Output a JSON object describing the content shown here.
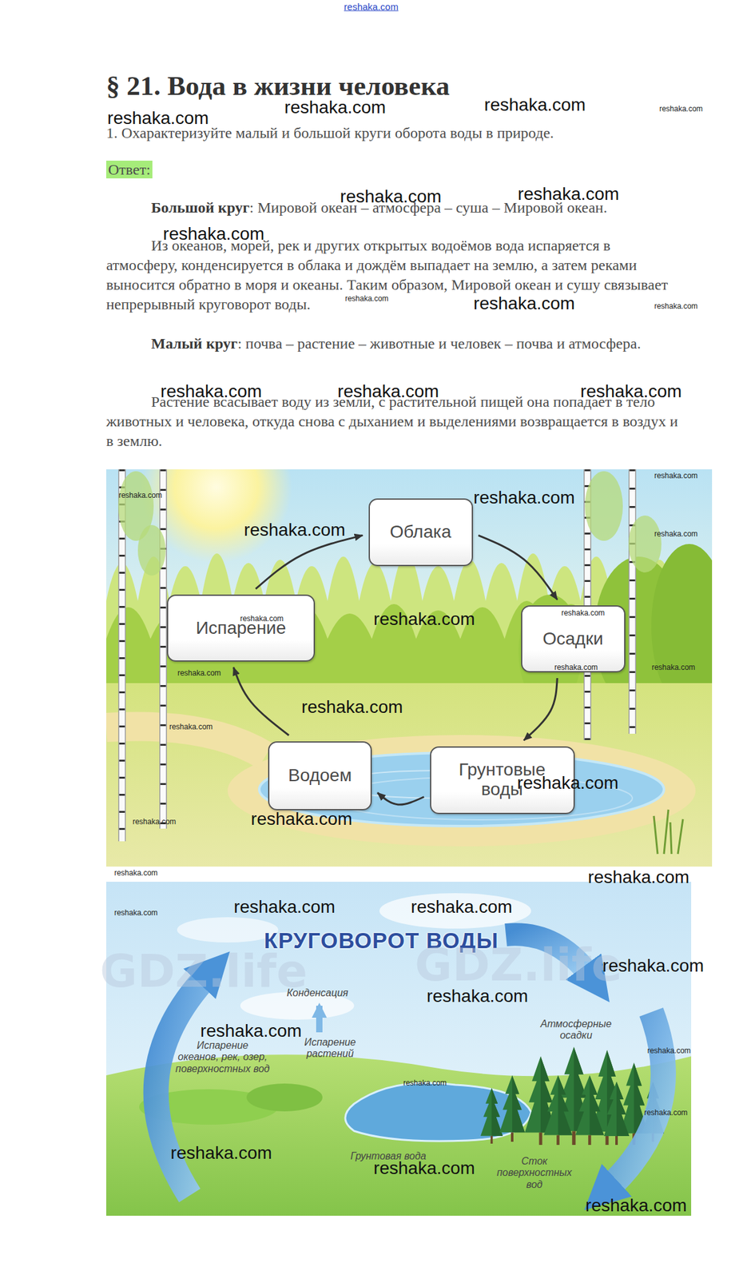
{
  "diagram": {
    "title": "§ 21. Вода в жизни человека",
    "nodes": [
      {
        "text": [
          "Облака"
        ]
      },
      {
        "text": [
          "Испарение"
        ]
      },
      {
        "text": [
          "Осадки"
        ]
      },
      {
        "text": [
          "Водоем"
        ]
      },
      {
        "text": [
          "Грунтовые воды"
        ]
      }
    ],
    "edges": [
      {
        "from": 1,
        "to": 0,
        "arrow": "to"
      },
      {
        "from": 0,
        "to": 2,
        "arrow": "to"
      },
      {
        "from": 2,
        "to": 4,
        "arrow": "to"
      },
      {
        "from": 4,
        "to": 3,
        "arrow": "to"
      },
      {
        "from": 3,
        "to": 1,
        "arrow": "to"
      }
    ],
    "labels": [
      "1. Охарактеризуйте малый и большой круги оборота воды в природе.",
      "Ответ:",
      "Большой круг",
      ": Мировой океан – атмосфера – суша – Мировой океан.",
      "Из океанов, морей, рек и других открытых водоёмов вода испаряется в атмосферу, конденсируется в облака и дождём выпадает на землю, а затем реками выносится обратно в моря и океаны. Таким образом, Мировой океан и сушу связывает непрерывный круговорот воды.",
      "Малый круг",
      ": почва – растение – животные и человек – почва и атмосфера.",
      "Растение всасывает воду из земли, с растительной пищей она попадает в тело животных и человека, откуда снова с дыханием и выделениями возвращается в воздух и в землю.",
      "КРУГОВОРОТ ВОДЫ",
      "Конденсация",
      "Испарение растений",
      "Испарение океанов, рек, озер, поверхностных вод",
      "Атмосферные осадки",
      "Грунтовая вода",
      "Сток поверхностных вод",
      "GDZ.life",
      "GDZ.life",
      "reshaka.com",
      "reshaka.com",
      "reshaka.com",
      "reshaka.com",
      "reshaka.com",
      "reshaka.com",
      "reshaka.com",
      "reshaka.com",
      "reshaka.com",
      "reshaka.com",
      "reshaka.com",
      "reshaka.com",
      "reshaka.com",
      "reshaka.com",
      "reshaka.com",
      "reshaka.com",
      "reshaka.com",
      "reshaka.com",
      "reshaka.com",
      "reshaka.com",
      "reshaka.com",
      "reshaka.com",
      "reshaka.com",
      "reshaka.com",
      "reshaka.com",
      "reshaka.com",
      "reshaka.com",
      "reshaka.com",
      "reshaka.com",
      "reshaka.com",
      "reshaka.com",
      "reshaka.com",
      "reshaka.com",
      "reshaka.com",
      "reshaka.com",
      "reshaka.com",
      "reshaka.com",
      "reshaka.com",
      "reshaka.com",
      "reshaka.com",
      "reshaka.com",
      "reshaka.com",
      "reshaka.com",
      "reshaka.com"
    ]
  }
}
